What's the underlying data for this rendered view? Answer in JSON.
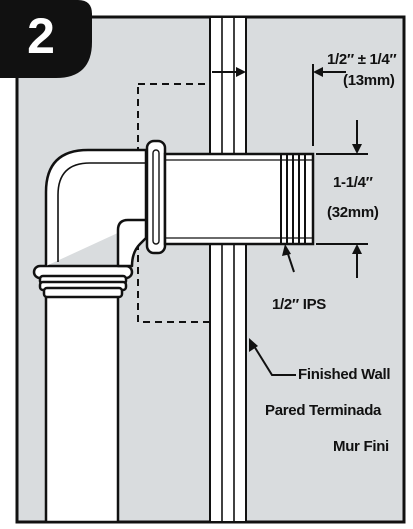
{
  "step": {
    "number": "2"
  },
  "dimensions": {
    "offset": {
      "imperial": "1/2″ ± 1/4″",
      "metric": "(13mm)"
    },
    "projection": {
      "imperial": "1-1/4″",
      "metric": "(32mm)"
    },
    "thread": "1/2″ IPS"
  },
  "wall": {
    "label_en": "Finished Wall",
    "label_es": "Pared Terminada",
    "label_fr": "Mur Fini"
  },
  "colors": {
    "panel": "#d9dcde",
    "line": "#111111",
    "pipe": "#ffffff",
    "badge": "#111111"
  }
}
